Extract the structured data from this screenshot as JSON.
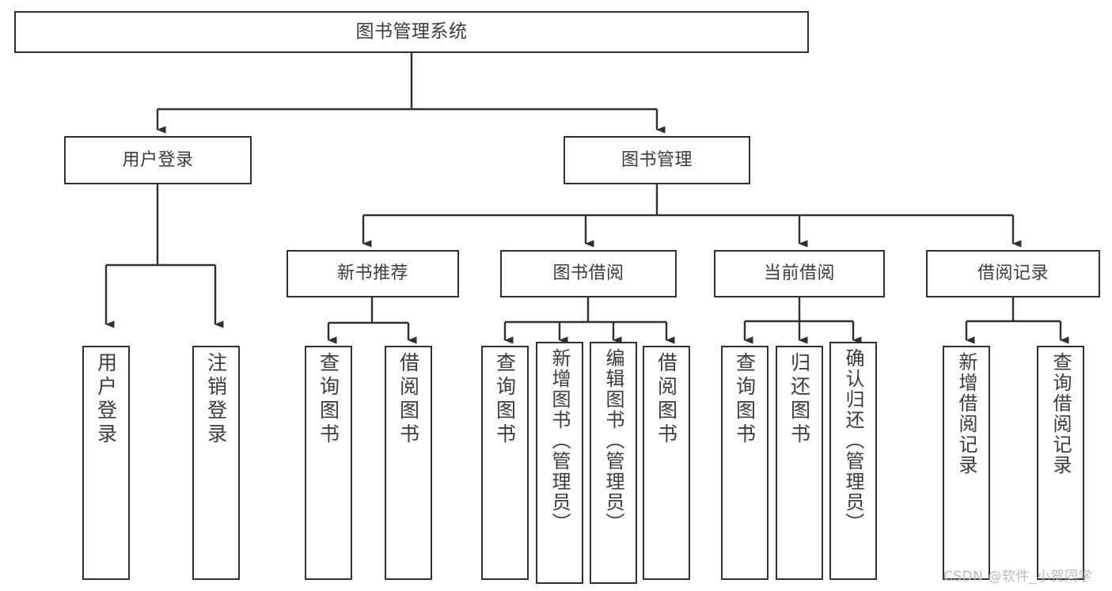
{
  "diagram": {
    "type": "tree-hierarchy-chart",
    "title": "图书管理系统",
    "line_color": "#2f2f2f",
    "box_fill": "#ffffff",
    "text_color": "#3b3b3b",
    "levels": [
      {
        "level": 1,
        "nodes": [
          {
            "id": "root",
            "label": "图书管理系统"
          }
        ]
      },
      {
        "level": 2,
        "nodes": [
          {
            "id": "login",
            "label": "用户登录"
          },
          {
            "id": "bookmgmt",
            "label": "图书管理"
          }
        ]
      },
      {
        "level": 3,
        "nodes": [
          {
            "id": "newbook",
            "label": "新书推荐"
          },
          {
            "id": "borrow",
            "label": "图书借阅"
          },
          {
            "id": "current",
            "label": "当前借阅"
          },
          {
            "id": "record",
            "label": "借阅记录"
          }
        ]
      },
      {
        "level": 4,
        "nodes": [
          {
            "id": "leaf1",
            "parent": "login",
            "label": "用户登录"
          },
          {
            "id": "leaf2",
            "parent": "login",
            "label": "注销登录"
          },
          {
            "id": "leaf3",
            "parent": "newbook",
            "label": "查询图书"
          },
          {
            "id": "leaf4",
            "parent": "newbook",
            "label": "借阅图书"
          },
          {
            "id": "leaf5",
            "parent": "borrow",
            "label": "查询图书"
          },
          {
            "id": "leaf6",
            "parent": "borrow",
            "label": "新增图书（管理员）"
          },
          {
            "id": "leaf7",
            "parent": "borrow",
            "label": "编辑图书（管理员）"
          },
          {
            "id": "leaf8",
            "parent": "borrow",
            "label": "借阅图书"
          },
          {
            "id": "leaf9",
            "parent": "current",
            "label": "查询图书"
          },
          {
            "id": "leaf10",
            "parent": "current",
            "label": "归还图书"
          },
          {
            "id": "leaf11",
            "parent": "current",
            "label": "确认归还（管理员）"
          },
          {
            "id": "leaf12",
            "parent": "record",
            "label": "新增借阅记录"
          },
          {
            "id": "leaf13",
            "parent": "record",
            "label": "查询借阅记录"
          }
        ]
      }
    ]
  },
  "watermark": {
    "text": "CSDN @软件_小贺同学"
  }
}
